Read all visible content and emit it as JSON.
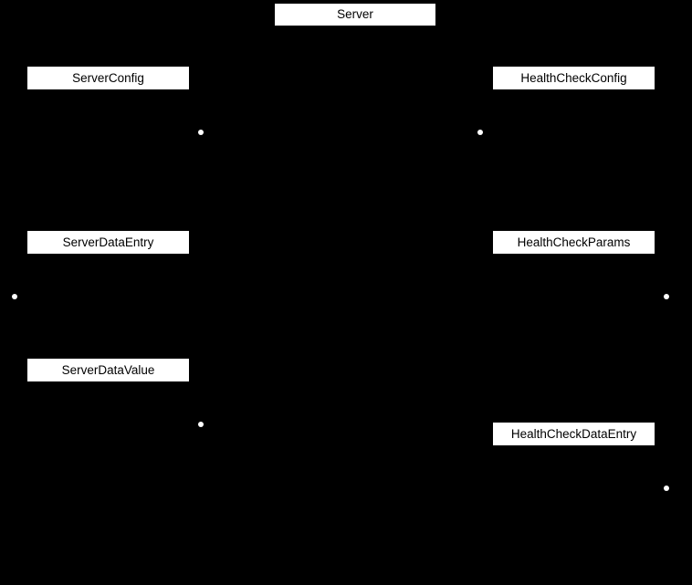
{
  "diagram": {
    "background_color": "#000000",
    "node_fill_color": "#ffffff",
    "node_text_color": "#000000",
    "edge_dot_color": "#ffffff",
    "nodes": [
      {
        "id": "server",
        "label": "Server"
      },
      {
        "id": "server-config",
        "label": "ServerConfig"
      },
      {
        "id": "health-check-config",
        "label": "HealthCheckConfig"
      },
      {
        "id": "server-data-entry",
        "label": "ServerDataEntry"
      },
      {
        "id": "health-check-params",
        "label": "HealthCheckParams"
      },
      {
        "id": "server-data-value",
        "label": "ServerDataValue"
      },
      {
        "id": "health-check-data-entry",
        "label": "HealthCheckDataEntry"
      }
    ],
    "icons": {
      "edge_endpoint_dot": "small filled white circle"
    },
    "edge_dot_count": 6
  }
}
